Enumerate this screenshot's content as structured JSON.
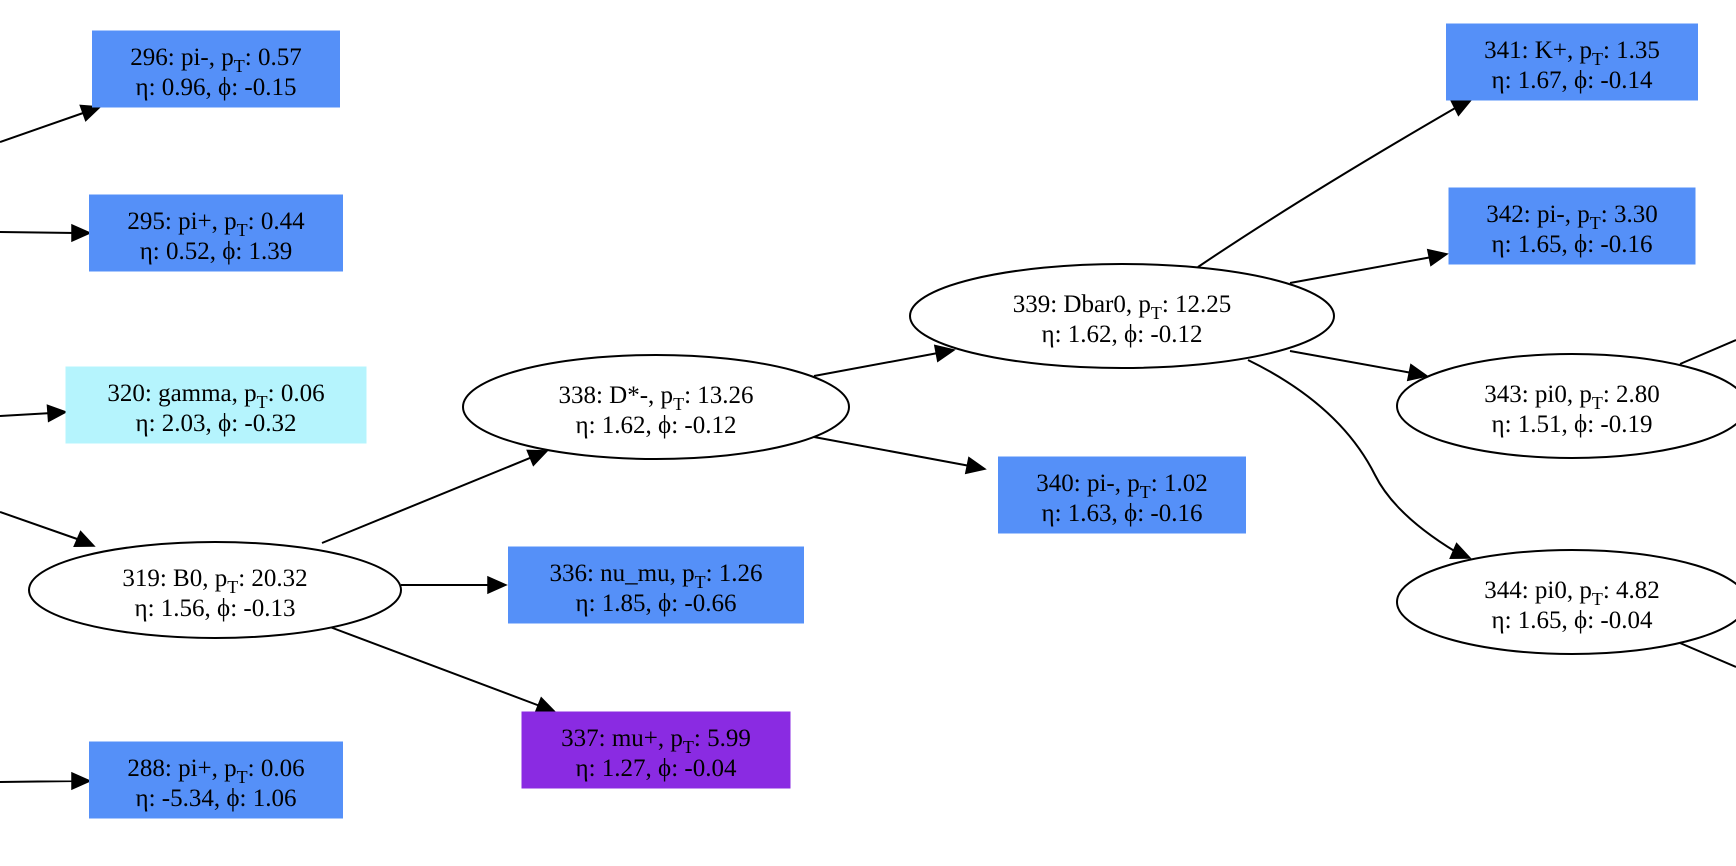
{
  "colors": {
    "final_state": "#5590f8",
    "photon": "#b5f4fd",
    "muon": "#8a2be2",
    "intermediate": "#ffffff",
    "edge": "#000000"
  },
  "nodes": [
    {
      "id": "296",
      "shape": "box",
      "color_key": "final_state",
      "line1": "296: pi-,  p",
      "sub": "T",
      "line1b": ": 0.57",
      "line2": "η: 0.96,  ϕ: -0.15"
    },
    {
      "id": "295",
      "shape": "box",
      "color_key": "final_state",
      "line1": "295: pi+,  p",
      "sub": "T",
      "line1b": ": 0.44",
      "line2": "η: 0.52,  ϕ: 1.39"
    },
    {
      "id": "320",
      "shape": "box",
      "color_key": "photon",
      "line1": "320: gamma,  p",
      "sub": "T",
      "line1b": ": 0.06",
      "line2": "η: 2.03,  ϕ: -0.32"
    },
    {
      "id": "319",
      "shape": "ellipse",
      "color_key": "intermediate",
      "line1": "319: B0,  p",
      "sub": "T",
      "line1b": ": 20.32",
      "line2": "η: 1.56,  ϕ: -0.13"
    },
    {
      "id": "288",
      "shape": "box",
      "color_key": "final_state",
      "line1": "288: pi+,  p",
      "sub": "T",
      "line1b": ": 0.06",
      "line2": "η: -5.34,  ϕ: 1.06"
    },
    {
      "id": "338",
      "shape": "ellipse",
      "color_key": "intermediate",
      "line1": "338: D*-,  p",
      "sub": "T",
      "line1b": ": 13.26",
      "line2": "η: 1.62,  ϕ: -0.12"
    },
    {
      "id": "336",
      "shape": "box",
      "color_key": "final_state",
      "line1": "336: nu_mu,  p",
      "sub": "T",
      "line1b": ": 1.26",
      "line2": "η: 1.85,  ϕ: -0.66"
    },
    {
      "id": "337",
      "shape": "box",
      "color_key": "muon",
      "line1": "337: mu+,  p",
      "sub": "T",
      "line1b": ": 5.99",
      "line2": "η: 1.27,  ϕ: -0.04"
    },
    {
      "id": "339",
      "shape": "ellipse",
      "color_key": "intermediate",
      "line1": "339: Dbar0,  p",
      "sub": "T",
      "line1b": ": 12.25",
      "line2": "η: 1.62,  ϕ: -0.12"
    },
    {
      "id": "340",
      "shape": "box",
      "color_key": "final_state",
      "line1": "340: pi-,  p",
      "sub": "T",
      "line1b": ": 1.02",
      "line2": "η: 1.63,  ϕ: -0.16"
    },
    {
      "id": "341",
      "shape": "box",
      "color_key": "final_state",
      "line1": "341: K+,  p",
      "sub": "T",
      "line1b": ": 1.35",
      "line2": "η: 1.67,  ϕ: -0.14"
    },
    {
      "id": "342",
      "shape": "box",
      "color_key": "final_state",
      "line1": "342: pi-,  p",
      "sub": "T",
      "line1b": ": 3.30",
      "line2": "η: 1.65,  ϕ: -0.16"
    },
    {
      "id": "343",
      "shape": "ellipse",
      "color_key": "intermediate",
      "line1": "343: pi0,  p",
      "sub": "T",
      "line1b": ": 2.80",
      "line2": "η: 1.51,  ϕ: -0.19"
    },
    {
      "id": "344",
      "shape": "ellipse",
      "color_key": "intermediate",
      "line1": "344: pi0,  p",
      "sub": "T",
      "line1b": ": 4.82",
      "line2": "η: 1.65,  ϕ: -0.04"
    }
  ],
  "edges": [
    {
      "from": "offscreen-left",
      "to": "296"
    },
    {
      "from": "offscreen-left",
      "to": "295"
    },
    {
      "from": "offscreen-left",
      "to": "320"
    },
    {
      "from": "offscreen-left",
      "to": "319"
    },
    {
      "from": "offscreen-left",
      "to": "288"
    },
    {
      "from": "319",
      "to": "338"
    },
    {
      "from": "319",
      "to": "336"
    },
    {
      "from": "319",
      "to": "337"
    },
    {
      "from": "338",
      "to": "339"
    },
    {
      "from": "338",
      "to": "340"
    },
    {
      "from": "339",
      "to": "341"
    },
    {
      "from": "339",
      "to": "342"
    },
    {
      "from": "339",
      "to": "343"
    },
    {
      "from": "339",
      "to": "344"
    },
    {
      "from": "343",
      "to": "offscreen-right"
    },
    {
      "from": "344",
      "to": "offscreen-right"
    }
  ]
}
